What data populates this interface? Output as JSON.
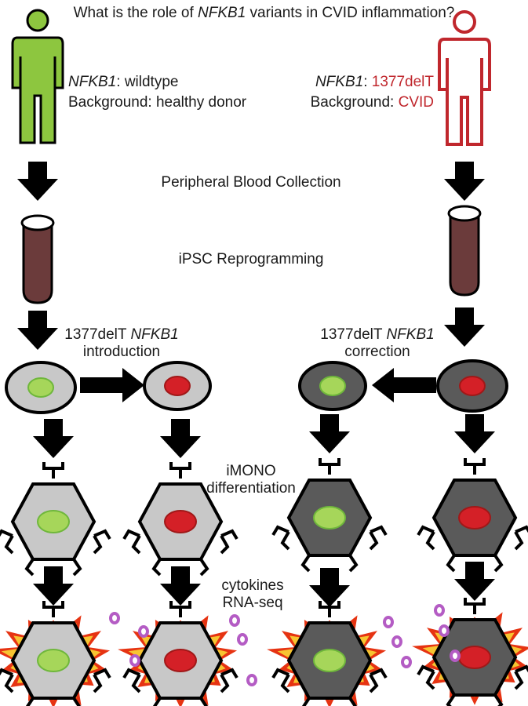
{
  "title": {
    "pre": "What is the role of ",
    "gene": "NFKB1",
    "post": " variants in CVID inflammation?"
  },
  "left_donor": {
    "gene_label": "NFKB1",
    "genotype_prefix": ": ",
    "genotype": "wildtype",
    "background_prefix": "Background: ",
    "background": "healthy donor"
  },
  "right_donor": {
    "gene_label": "NFKB1",
    "genotype_prefix": ": ",
    "genotype": "1377delT",
    "background_prefix": "Background: ",
    "background": "CVID"
  },
  "steps": {
    "blood": "Peripheral Blood Collection",
    "ipsc": "iPSC Reprogramming",
    "imono_1": "iMONO",
    "imono_2": "differentiation",
    "readout_1": "cytokines",
    "readout_2": "RNA-seq"
  },
  "edit_left": {
    "line1_pre": "1377delT ",
    "line1_gene": "NFKB1",
    "line2": "introduction"
  },
  "edit_right": {
    "line1_pre": "1377delT ",
    "line1_gene": "NFKB1",
    "line2": "correction"
  },
  "colors": {
    "healthy_green": "#8dc63f",
    "cvid_red": "#c0272d",
    "nucleus_green": "#a6d65a",
    "nucleus_red": "#d42027",
    "cell_light": "#c8c8c8",
    "cell_dark": "#5a5a5a",
    "tube": "#6b3b3b",
    "burst_outer": "#e63312",
    "burst_inner": "#f7c431",
    "cytokine": "#b45cc4"
  }
}
